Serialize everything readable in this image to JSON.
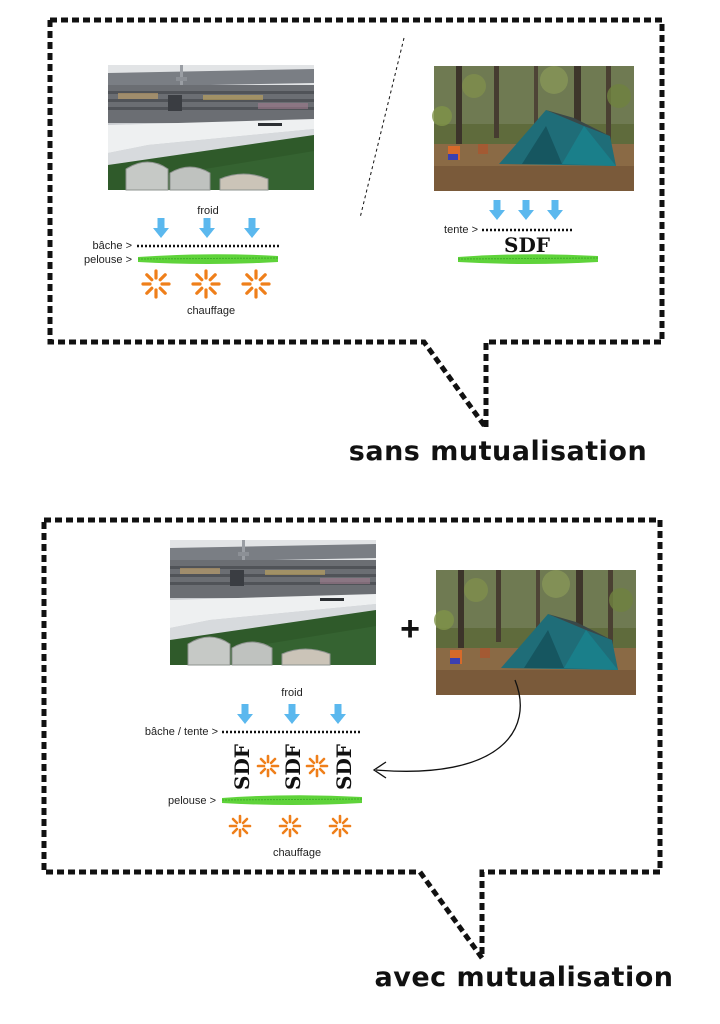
{
  "top_panel": {
    "label_froid": "froid",
    "label_bache": "bâche >",
    "label_pelouse": "pelouse >",
    "label_chauffage": "chauffage",
    "label_tente": "tente >",
    "label_sdf": "SDF",
    "caption": "sans mutualisation"
  },
  "bottom_panel": {
    "plus": "+",
    "label_froid": "froid",
    "label_bache_tente": "bâche / tente >",
    "label_sdf": "SDF",
    "label_pelouse": "pelouse >",
    "label_chauffage": "chauffage",
    "caption": "avec mutualisation"
  },
  "colors": {
    "arrow_blue": "#5bb8ee",
    "heat_orange": "#ef7f1a",
    "grass_green": "#5fd33a",
    "border": "#111111"
  },
  "icons": [
    "stadium-photo",
    "tent-photo",
    "cold-arrow-icon",
    "heat-burst-icon",
    "grass-strip-icon"
  ]
}
